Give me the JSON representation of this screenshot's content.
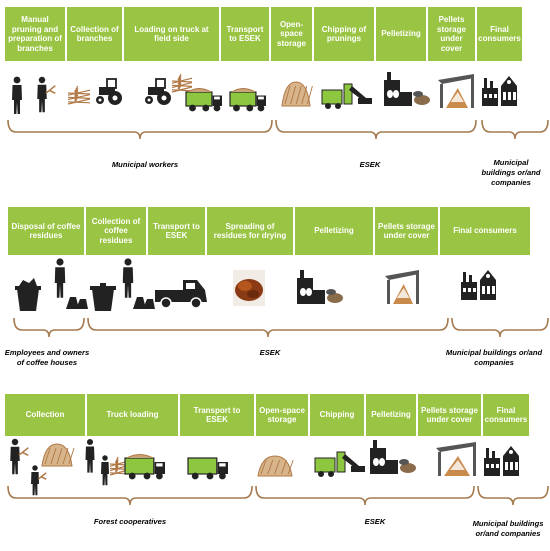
{
  "rows": [
    {
      "headers": [
        "Manual pruning and preparation of branches",
        "Collection of branches",
        "Loading on truck at field side",
        "Transport to ESEK",
        "Open-space storage",
        "Chipping of prunings",
        "Pelletizing",
        "Pellets storage under cover",
        "Final consumers"
      ],
      "groups": [
        "Municipal workers",
        "ESEK",
        "Municipal buildings or/and companies"
      ]
    },
    {
      "headers": [
        "Disposal of coffee residues",
        "Collection of coffee residues",
        "Transport to ESEK",
        "Spreading of residues for drying",
        "Pelletizing",
        "Pellets storage under cover",
        "Final consumers"
      ],
      "groups": [
        "Employees and owners of coffee houses",
        "ESEK",
        "Municipal buildings or/and companies"
      ]
    },
    {
      "headers": [
        "Collection",
        "Truck loading",
        "Transport to ESEK",
        "Open-space storage",
        "Chipping",
        "Pelletizing",
        "Pellets storage under cover",
        "Final consumers"
      ],
      "groups": [
        "Forest cooperatives",
        "ESEK",
        "Municipal buildings or/and companies"
      ]
    }
  ],
  "colors": {
    "header_bg": "#9ac443",
    "header_text": "#ffffff",
    "bracket": "#a47a4e",
    "truck": "#8dc63f",
    "wood": "#b07845"
  }
}
